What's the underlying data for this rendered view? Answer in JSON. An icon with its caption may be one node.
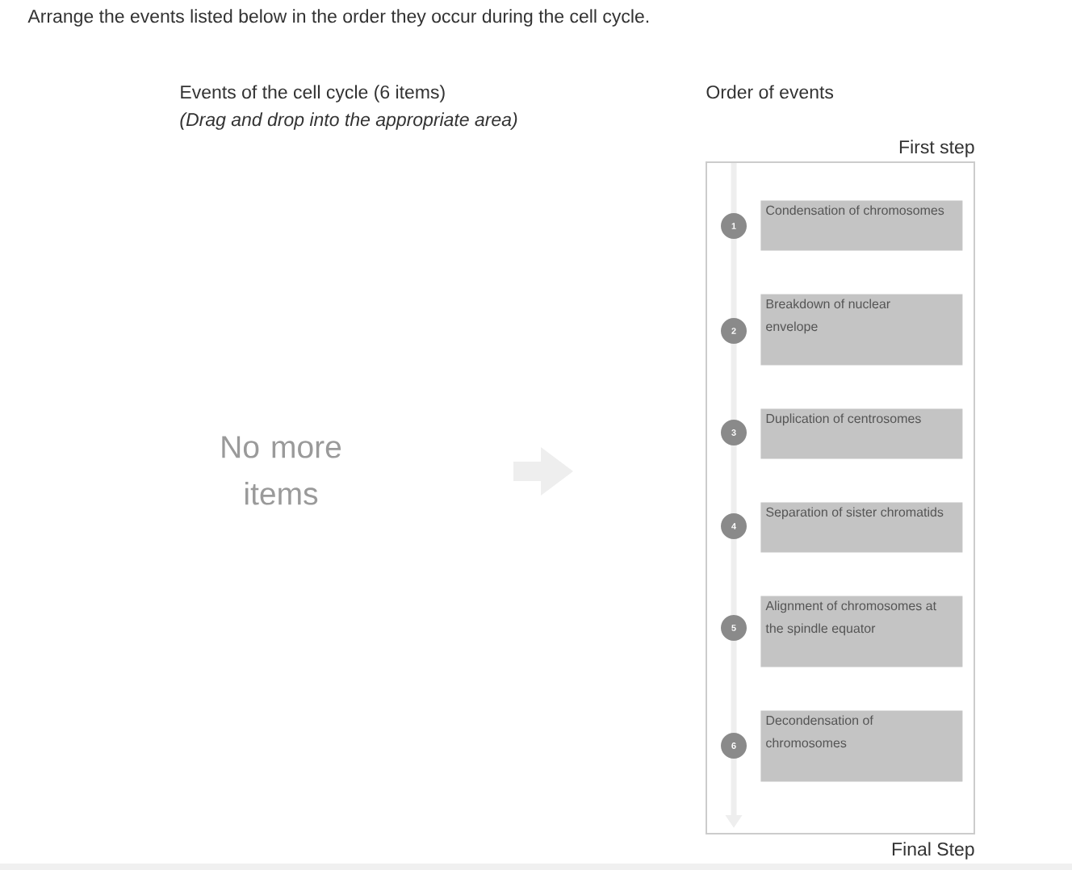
{
  "diagram": {
    "title": "Arrange the events listed below in the order they occur during the cell cycle.",
    "nodes": [
      {
        "text": [
          "First step",
          "Final Step"
        ]
      },
      {
        "text": [
          "1"
        ],
        "in": 0
      },
      {
        "text": [
          "Condensation of chromosomes"
        ],
        "in": 0
      },
      {
        "text": [
          "2"
        ],
        "in": 0
      },
      {
        "text": [
          "Breakdown of nuclear envelope"
        ],
        "in": 0
      },
      {
        "text": [
          "3"
        ],
        "in": 0
      },
      {
        "text": [
          "Duplication of centrosomes"
        ],
        "in": 0
      },
      {
        "text": [
          "4"
        ],
        "in": 0
      },
      {
        "text": [
          "Separation of sister chromatids"
        ],
        "in": 0
      },
      {
        "text": [
          "5"
        ],
        "in": 0
      },
      {
        "text": [
          "Alignment of chromosomes at the spindle equator"
        ],
        "in": 0
      },
      {
        "text": [
          "6"
        ],
        "in": 0
      },
      {
        "text": [
          "Decondensation of chromosomes"
        ],
        "in": 0
      },
      {
        "text": [
          "No more items"
        ]
      }
    ],
    "labels": [
      "Events of the cell cycle (6 items)",
      "Order of events",
      "(Drag and drop into the appropriate area)"
    ]
  }
}
